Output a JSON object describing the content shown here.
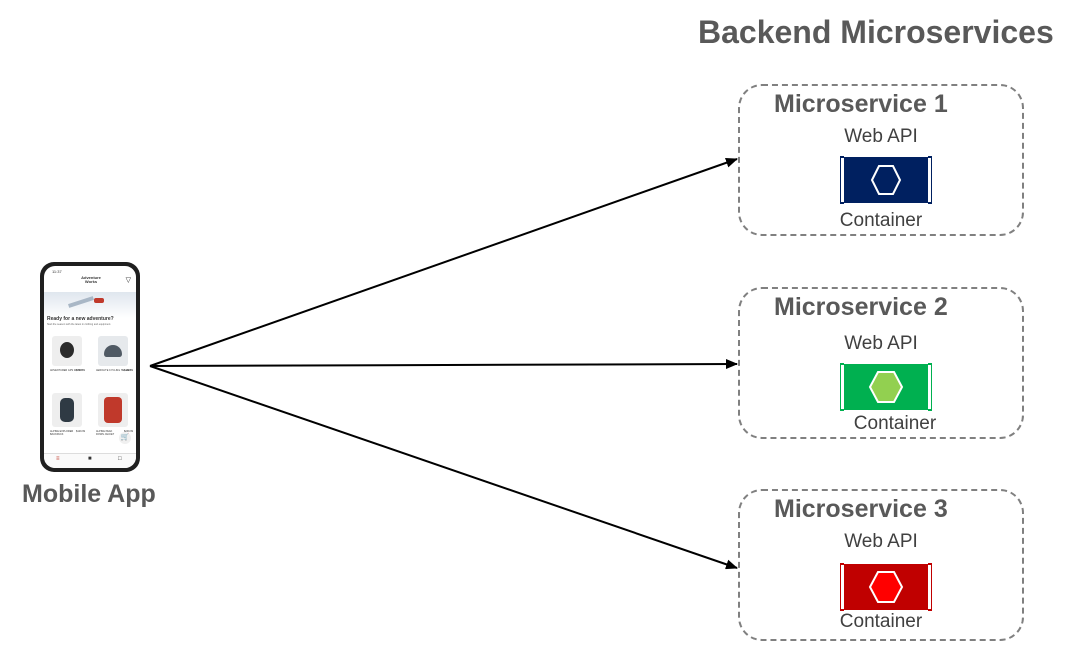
{
  "header": {
    "title": "Backend Microservices"
  },
  "mobile_app": {
    "label": "Mobile App",
    "screen": {
      "time": "11:37",
      "brand": "Adventure Works",
      "banner_text": "Ready for a new adventure?",
      "banner_subtext": "Start the season with the latest in clothing and equipment.",
      "products": [
        {
          "name": "ADVENTURER GPS WATCH",
          "price": "$199.99"
        },
        {
          "name": "AEROLITE CYCLING HELMET",
          "price": "$129.99"
        },
        {
          "name": "ALPINE EXPLORER BACKPACK",
          "price": "$129.99"
        },
        {
          "name": "ALPINE PEAK DOWN JACKET",
          "price": "$249.99"
        }
      ]
    }
  },
  "microservices": [
    {
      "title": "Microservice 1",
      "api_label": "Web API",
      "container_label": "Container",
      "color": "#002060",
      "hex_fill": "#002060",
      "hex_stroke": "#ffffff"
    },
    {
      "title": "Microservice 2",
      "api_label": "Web API",
      "container_label": "Container",
      "color": "#00b050",
      "hex_fill": "#92d050",
      "hex_stroke": "#ffffff"
    },
    {
      "title": "Microservice 3",
      "api_label": "Web API",
      "container_label": "Container",
      "color": "#c00000",
      "hex_fill": "#ff0000",
      "hex_stroke": "#ffffff"
    }
  ],
  "colors": {
    "arrow": "#000000",
    "text": "#595959",
    "dashed_border": "#808080"
  }
}
